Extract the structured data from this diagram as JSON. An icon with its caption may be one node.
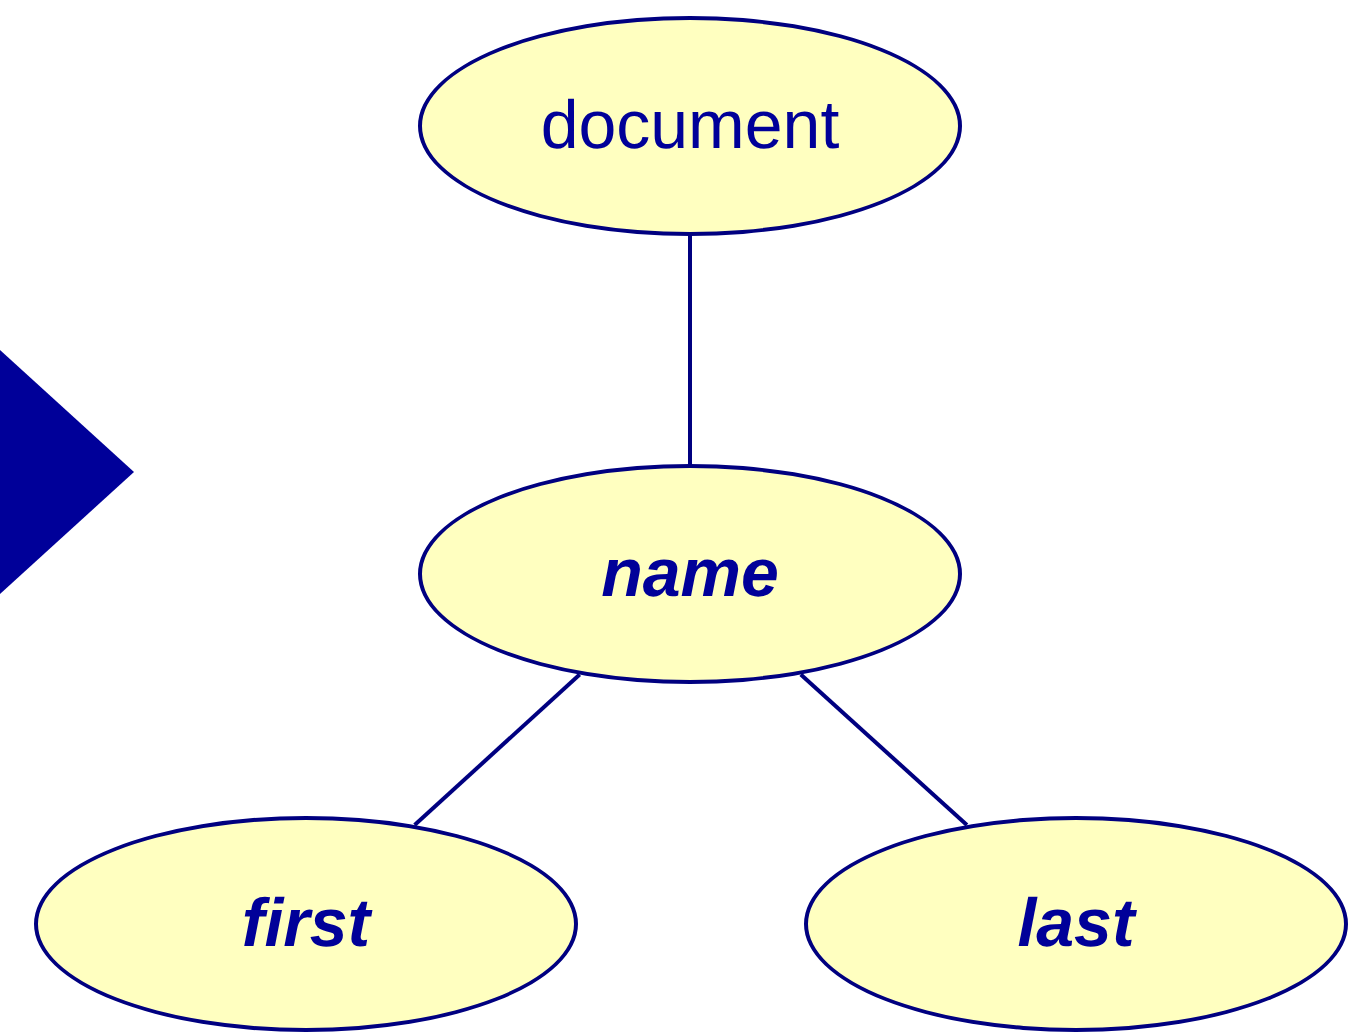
{
  "diagram": {
    "nodes": [
      {
        "text": [
          "document"
        ]
      },
      {
        "text": [
          "name"
        ]
      },
      {
        "text": [
          "first"
        ]
      },
      {
        "text": [
          "last"
        ]
      },
      {
        "text": [],
        "shape": "triangle"
      }
    ],
    "edges": [
      {
        "from": 0,
        "to": 1,
        "arrow": "none"
      },
      {
        "from": 1,
        "to": 2,
        "arrow": "none"
      },
      {
        "from": 1,
        "to": 3,
        "arrow": "none"
      }
    ]
  }
}
